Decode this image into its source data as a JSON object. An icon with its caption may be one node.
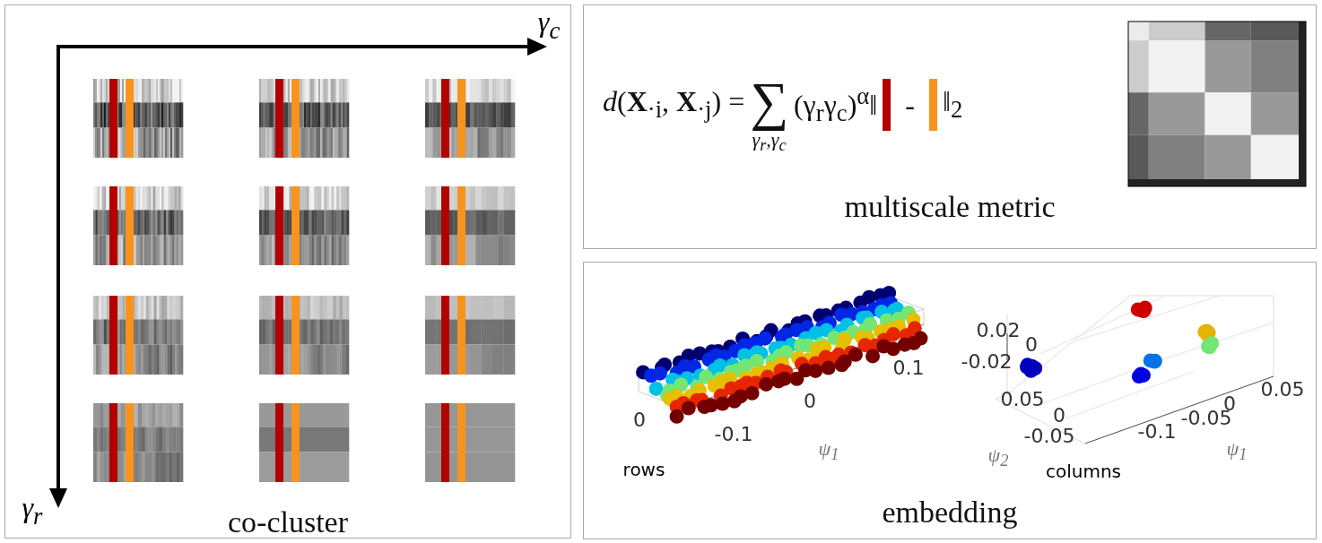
{
  "diagram": {
    "nodes": [
      {
        "text": [
          "co-cluster"
        ]
      },
      {
        "text": [
          "multiscale metric"
        ]
      },
      {
        "text": [
          "embedding"
        ]
      }
    ],
    "labels": [
      "γ$_{c}$",
      "γ$_{r}$",
      "*d*(**X**$_{·i}$, **X**$_{·j}$) =",
      "∑",
      "γ$_{r}$,γ$_{c}$",
      "(γ$_{r}$γ$_{c}$)$^{α}$‖",
      "-",
      "‖$_{2}$",
      "0.1",
      "0",
      "0",
      "-0.1",
      "ψ$_{1}$",
      "rows",
      "0.02",
      "0",
      "-0.02",
      "0.05",
      "0",
      "-0.05",
      "0.05",
      "0",
      "-0.05",
      "-0.1",
      "ψ$_{2}$",
      "ψ$_{1}$",
      "columns"
    ]
  }
}
